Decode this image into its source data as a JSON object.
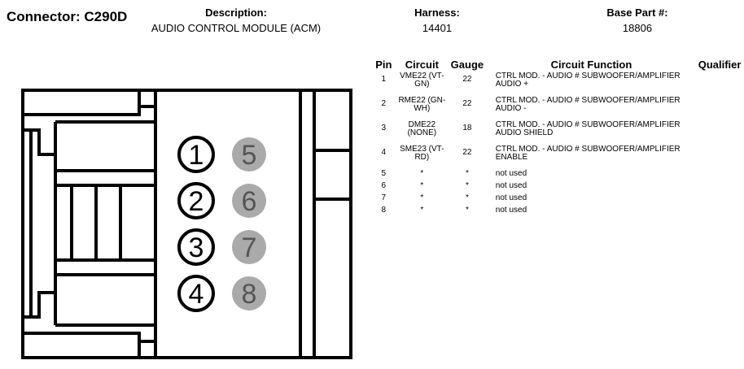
{
  "connector": {
    "title": "Connector: C290D",
    "description_label": "Description:",
    "description_value": "AUDIO CONTROL MODULE (ACM)",
    "harness_label": "Harness:",
    "harness_value": "14401",
    "base_part_label": "Base Part #:",
    "base_part_value": "18806"
  },
  "table": {
    "headers": [
      "Pin",
      "Circuit",
      "Gauge",
      "Circuit Function",
      "Qualifier"
    ],
    "rows": [
      {
        "pin": "1",
        "circuit": "VME22 (VT-GN)",
        "gauge": "22",
        "function": "CTRL MOD. - AUDIO # SUBWOOFER/AMPLIFIER AUDIO +",
        "qualifier": ""
      },
      {
        "pin": "2",
        "circuit": "RME22 (GN-WH)",
        "gauge": "22",
        "function": "CTRL MOD. - AUDIO # SUBWOOFER/AMPLIFIER AUDIO -",
        "qualifier": ""
      },
      {
        "pin": "3",
        "circuit": "DME22 (NONE)",
        "gauge": "18",
        "function": "CTRL MOD. - AUDIO # SUBWOOFER/AMPLIFIER AUDIO SHIELD",
        "qualifier": ""
      },
      {
        "pin": "4",
        "circuit": "SME23 (VT-RD)",
        "gauge": "22",
        "function": "CTRL MOD. - AUDIO # SUBWOOFER/AMPLIFIER ENABLE",
        "qualifier": ""
      },
      {
        "pin": "5",
        "circuit": "*",
        "gauge": "*",
        "function": "not used",
        "qualifier": ""
      },
      {
        "pin": "6",
        "circuit": "*",
        "gauge": "*",
        "function": "not used",
        "qualifier": ""
      },
      {
        "pin": "7",
        "circuit": "*",
        "gauge": "*",
        "function": "not used",
        "qualifier": ""
      },
      {
        "pin": "8",
        "circuit": "*",
        "gauge": "*",
        "function": "not used",
        "qualifier": ""
      }
    ]
  },
  "face": {
    "active_pins": [
      "1",
      "2",
      "3",
      "4"
    ],
    "unused_pins": [
      "5",
      "6",
      "7",
      "8"
    ],
    "active_fill": "#ffffff",
    "unused_fill": "#aaaaaa",
    "unused_text_color": "#555555"
  }
}
